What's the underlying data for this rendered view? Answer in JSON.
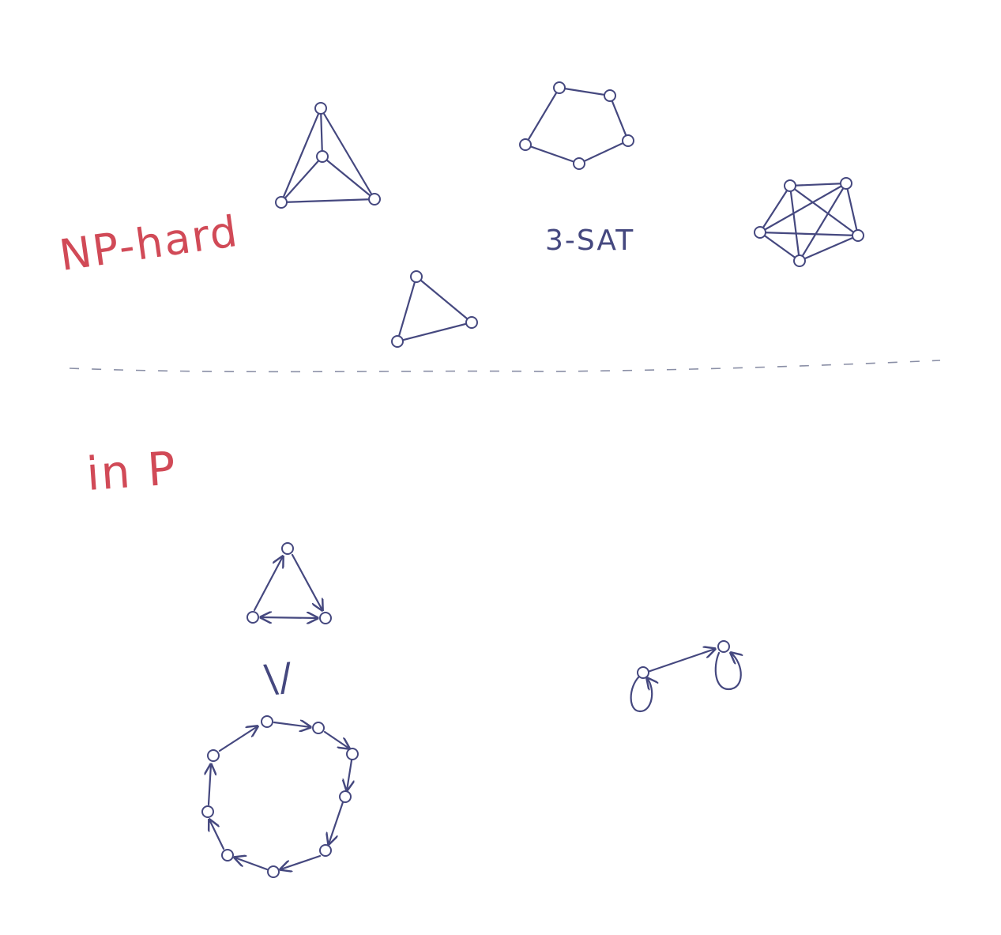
{
  "labels": {
    "np_hard": "NP-hard",
    "in_p": "in P",
    "sat": "3-SAT",
    "le": "\\/"
  },
  "colors": {
    "ink_blue": "#45487f",
    "ink_red": "#d14a57",
    "divider": "#8a8fa6"
  }
}
